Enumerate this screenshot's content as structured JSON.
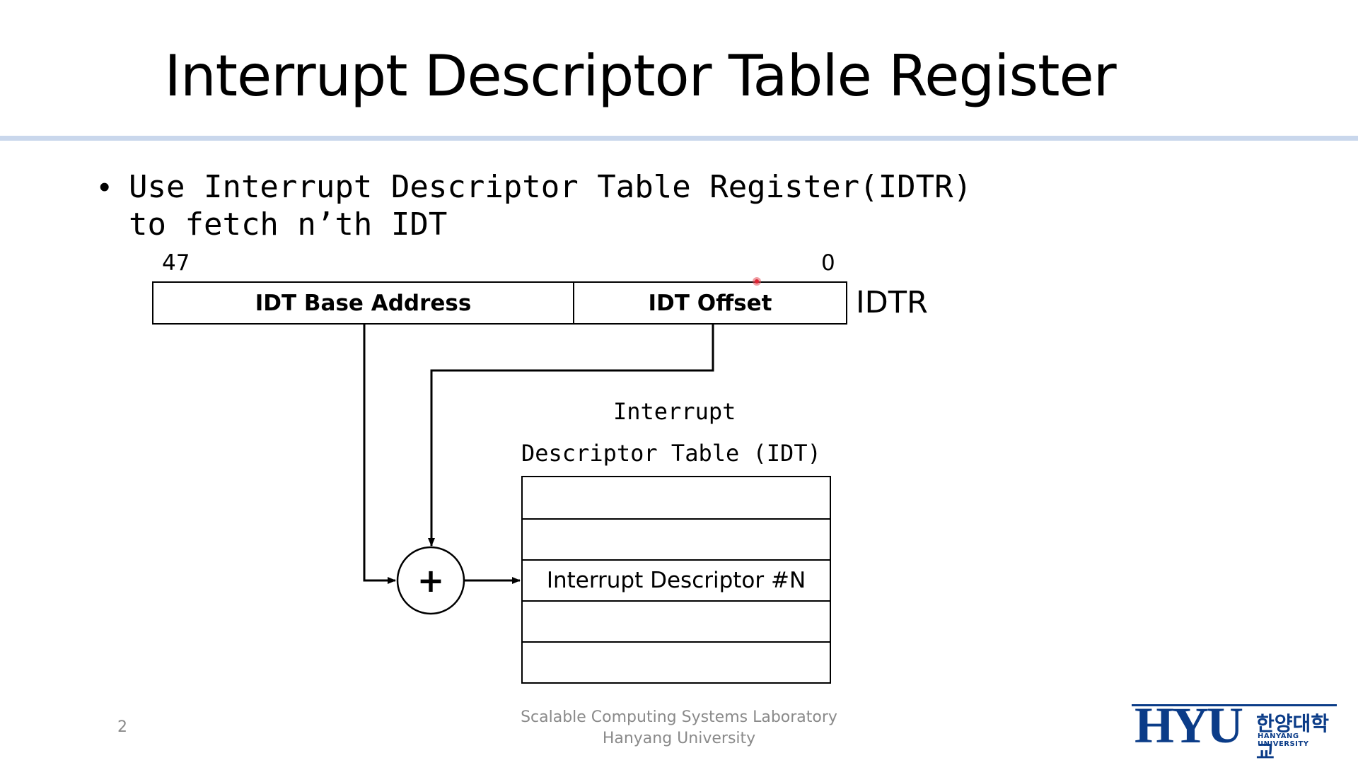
{
  "slide": {
    "title": "Interrupt Descriptor Table Register",
    "bullet_line1": "Use Interrupt Descriptor Table Register(IDTR)",
    "bullet_line2": "to fetch n’th IDT",
    "page_number": "2"
  },
  "diagram": {
    "bit_high": "47",
    "bit_low": "0",
    "register_fields": [
      "IDT Base Address",
      "IDT Offset"
    ],
    "register_label": "IDTR",
    "adder_symbol": "+",
    "table_caption_line1": "Interrupt",
    "table_caption_line2": "Descriptor Table (IDT)",
    "table_rows": [
      "",
      "",
      "Interrupt Descriptor #N",
      "",
      ""
    ]
  },
  "footer": {
    "lab": "Scalable Computing Systems Laboratory",
    "university": "Hanyang University"
  },
  "logo": {
    "mark": "HYU",
    "korean": "한양대학교",
    "english": "HANYANG UNIVERSITY",
    "color": "#0b3c88"
  }
}
